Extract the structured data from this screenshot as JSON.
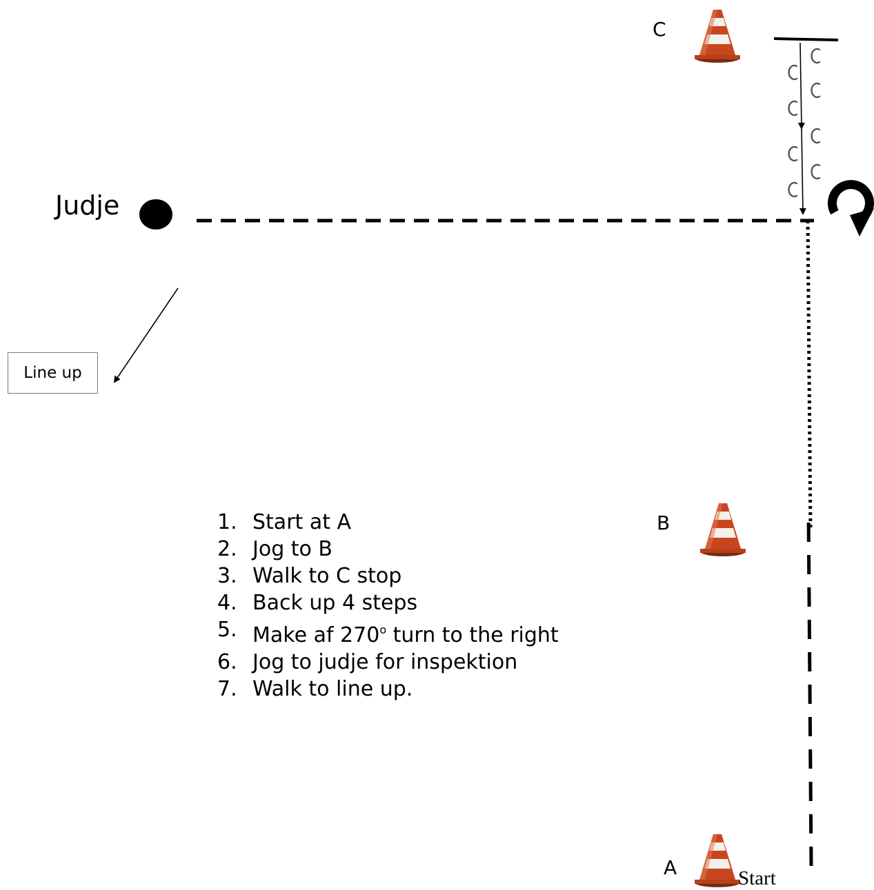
{
  "diagram": {
    "cones": [
      {
        "id": "C",
        "label": "C"
      },
      {
        "id": "B",
        "label": "B"
      },
      {
        "id": "A",
        "label": "A"
      }
    ],
    "start_label": "Start",
    "judge_label": "Judje",
    "line_up_label": "Line up",
    "steps": [
      {
        "num": "1.",
        "text": "Start at A"
      },
      {
        "num": "2.",
        "text": "Jog to B"
      },
      {
        "num": "3.",
        "text": "Walk to C stop"
      },
      {
        "num": "4.",
        "text": "Back up 4 steps"
      },
      {
        "num": "5.",
        "text_before": "Make af 270",
        "degree": "o",
        "text_after": " turn to the right"
      },
      {
        "num": "6.",
        "text": "Jog to judje for inspektion"
      },
      {
        "num": "7.",
        "text": "Walk to line up."
      }
    ],
    "colors": {
      "cone_orange": "#c8461e",
      "cone_stripe": "#f4f0ea",
      "ink": "#000000"
    }
  }
}
